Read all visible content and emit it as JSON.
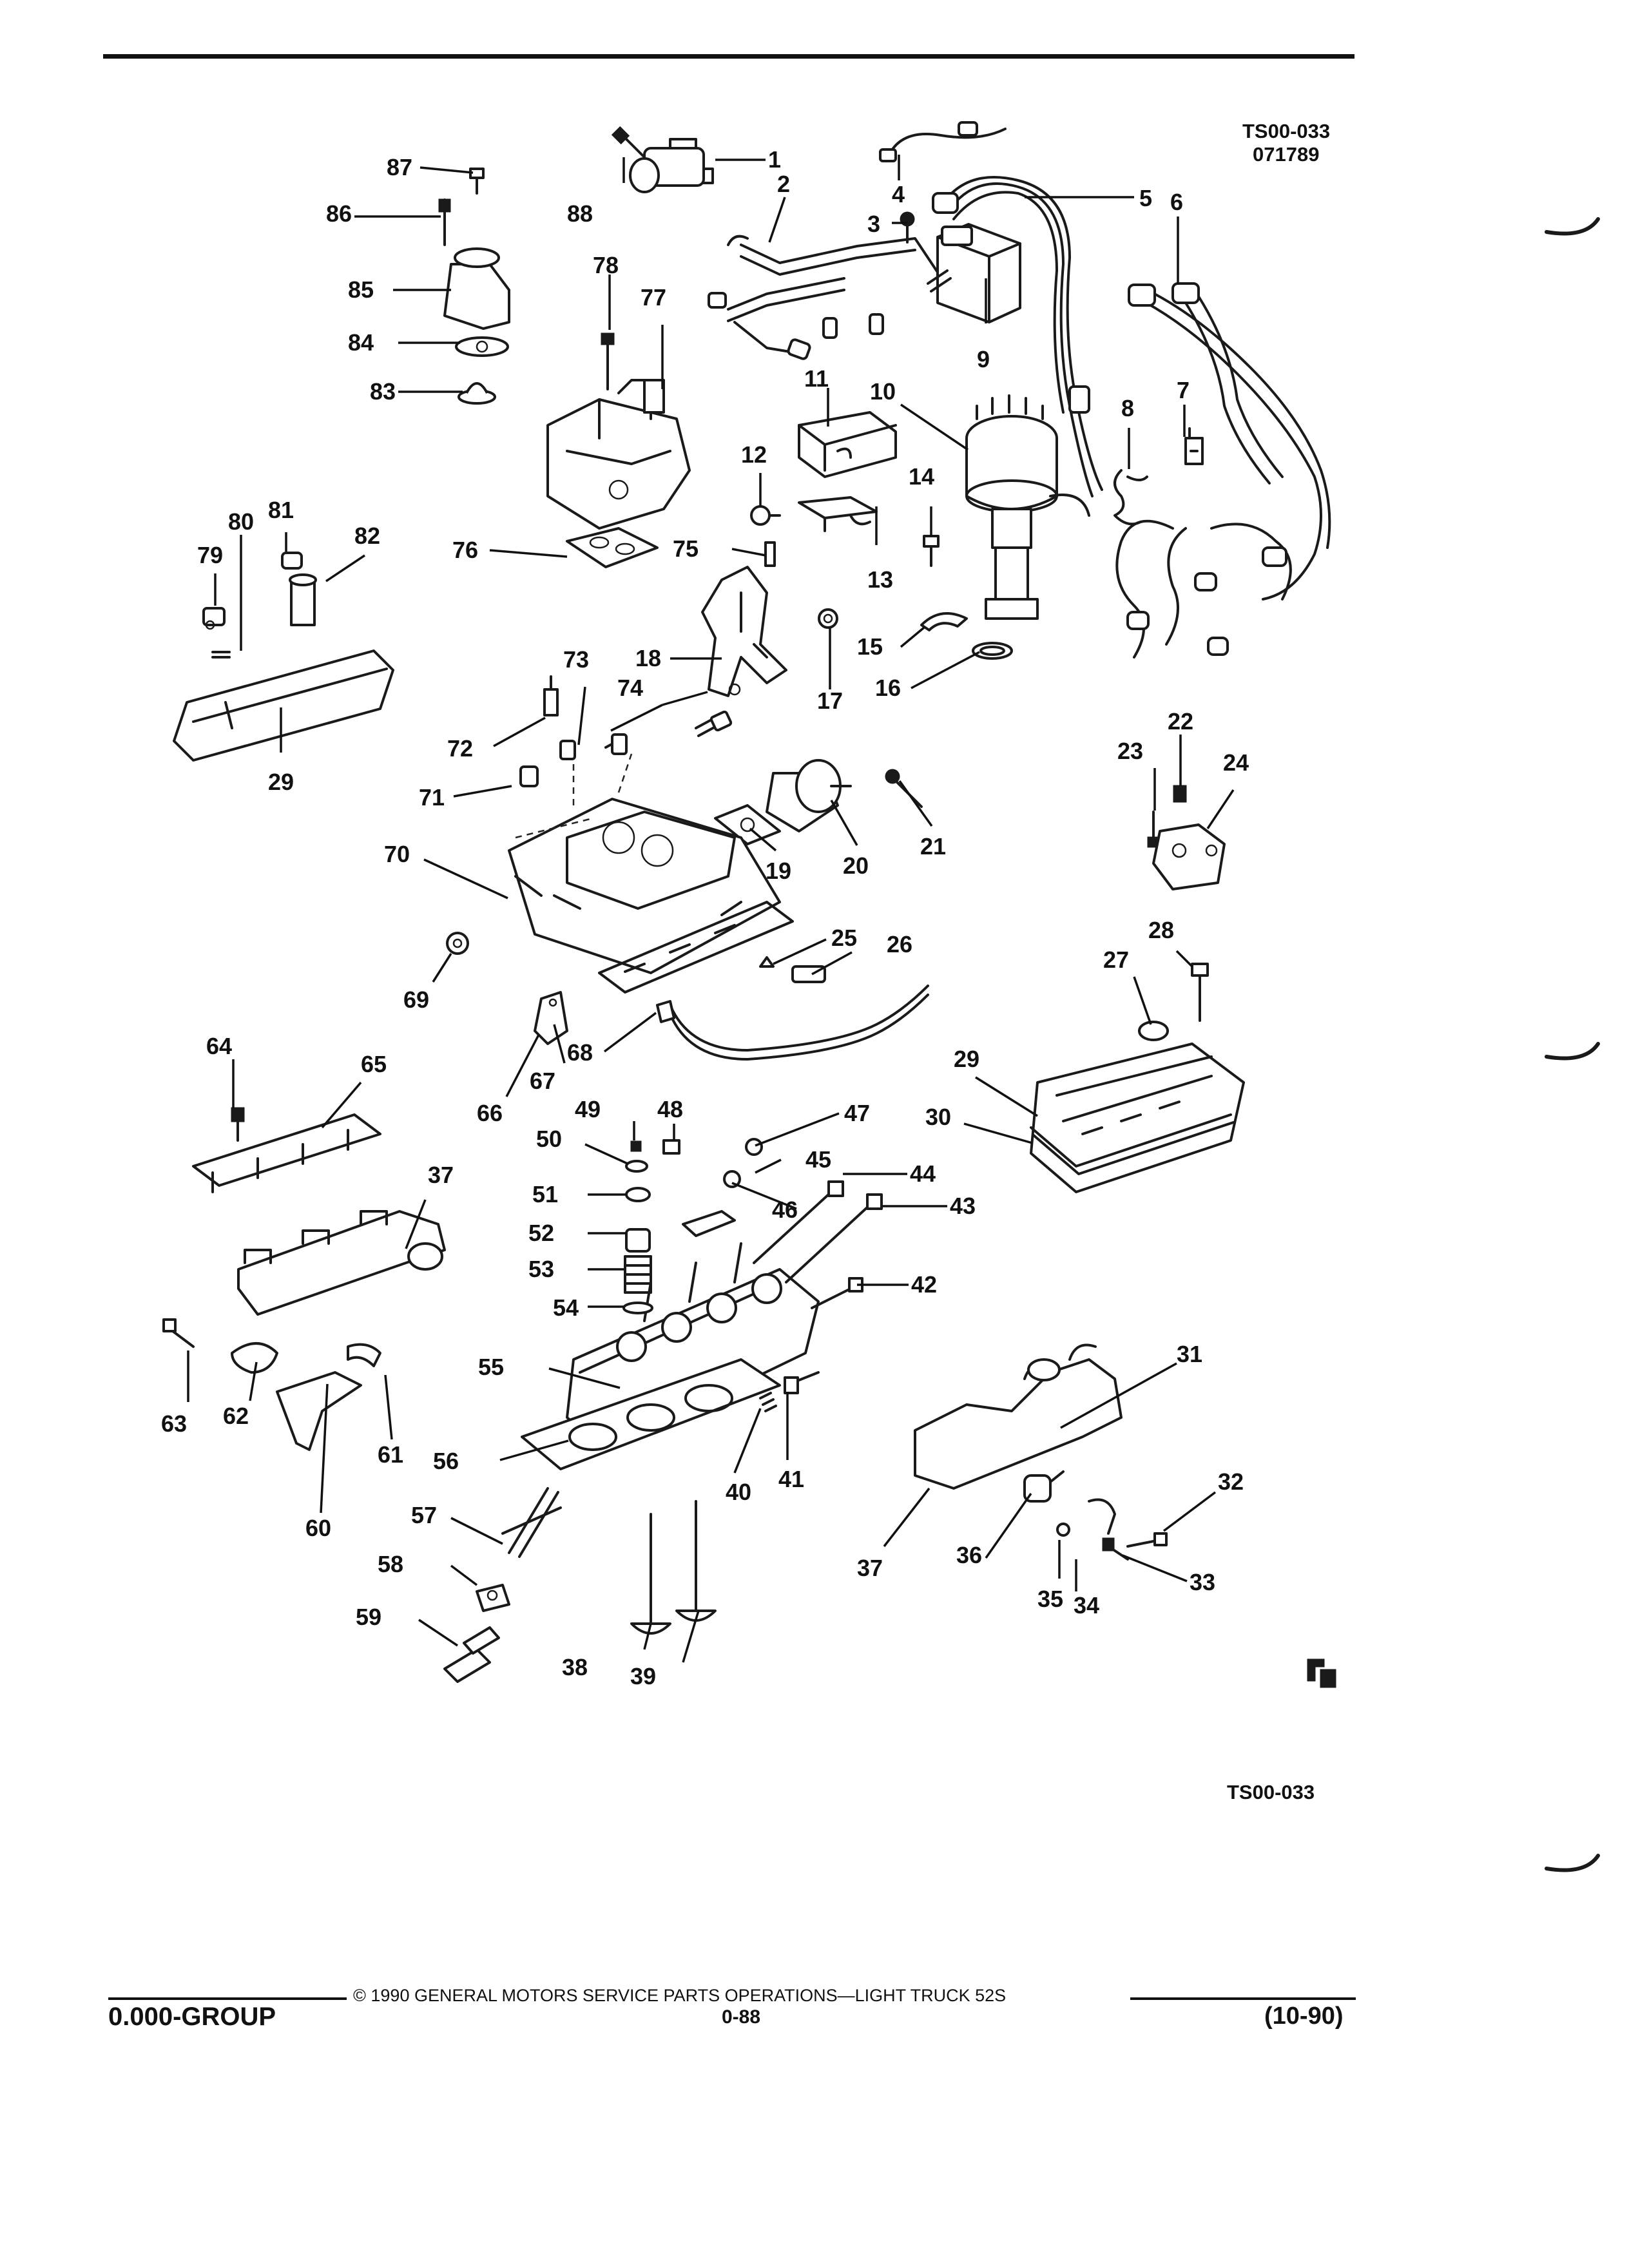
{
  "diagram_id": "TS00-033",
  "diagram_date": "071789",
  "bottom_id": "TS00-033",
  "footer": {
    "group": "0.000-GROUP",
    "copyright": "© 1990 GENERAL MOTORS SERVICE PARTS OPERATIONS—LIGHT TRUCK 52S",
    "page": "0-88",
    "date": "(10-90)"
  },
  "colors": {
    "ink": "#1a1a1a",
    "paper": "#ffffff"
  },
  "callouts": [
    "1",
    "2",
    "3",
    "4",
    "5",
    "6",
    "7",
    "8",
    "9",
    "10",
    "11",
    "12",
    "13",
    "14",
    "15",
    "16",
    "17",
    "18",
    "19",
    "20",
    "21",
    "22",
    "23",
    "24",
    "25",
    "26",
    "27",
    "28",
    "29",
    "30",
    "31",
    "32",
    "33",
    "34",
    "35",
    "36",
    "37",
    "38",
    "39",
    "40",
    "41",
    "42",
    "43",
    "44",
    "45",
    "46",
    "47",
    "48",
    "49",
    "50",
    "51",
    "52",
    "53",
    "54",
    "55",
    "56",
    "57",
    "58",
    "59",
    "60",
    "61",
    "62",
    "63",
    "64",
    "65",
    "66",
    "67",
    "68",
    "69",
    "70",
    "71",
    "72",
    "73",
    "74",
    "75",
    "76",
    "77",
    "78",
    "79",
    "80",
    "81",
    "82",
    "83",
    "84",
    "85",
    "86",
    "87",
    "88"
  ],
  "extra_callouts": {
    "p29b": "29",
    "p37b": "37"
  }
}
